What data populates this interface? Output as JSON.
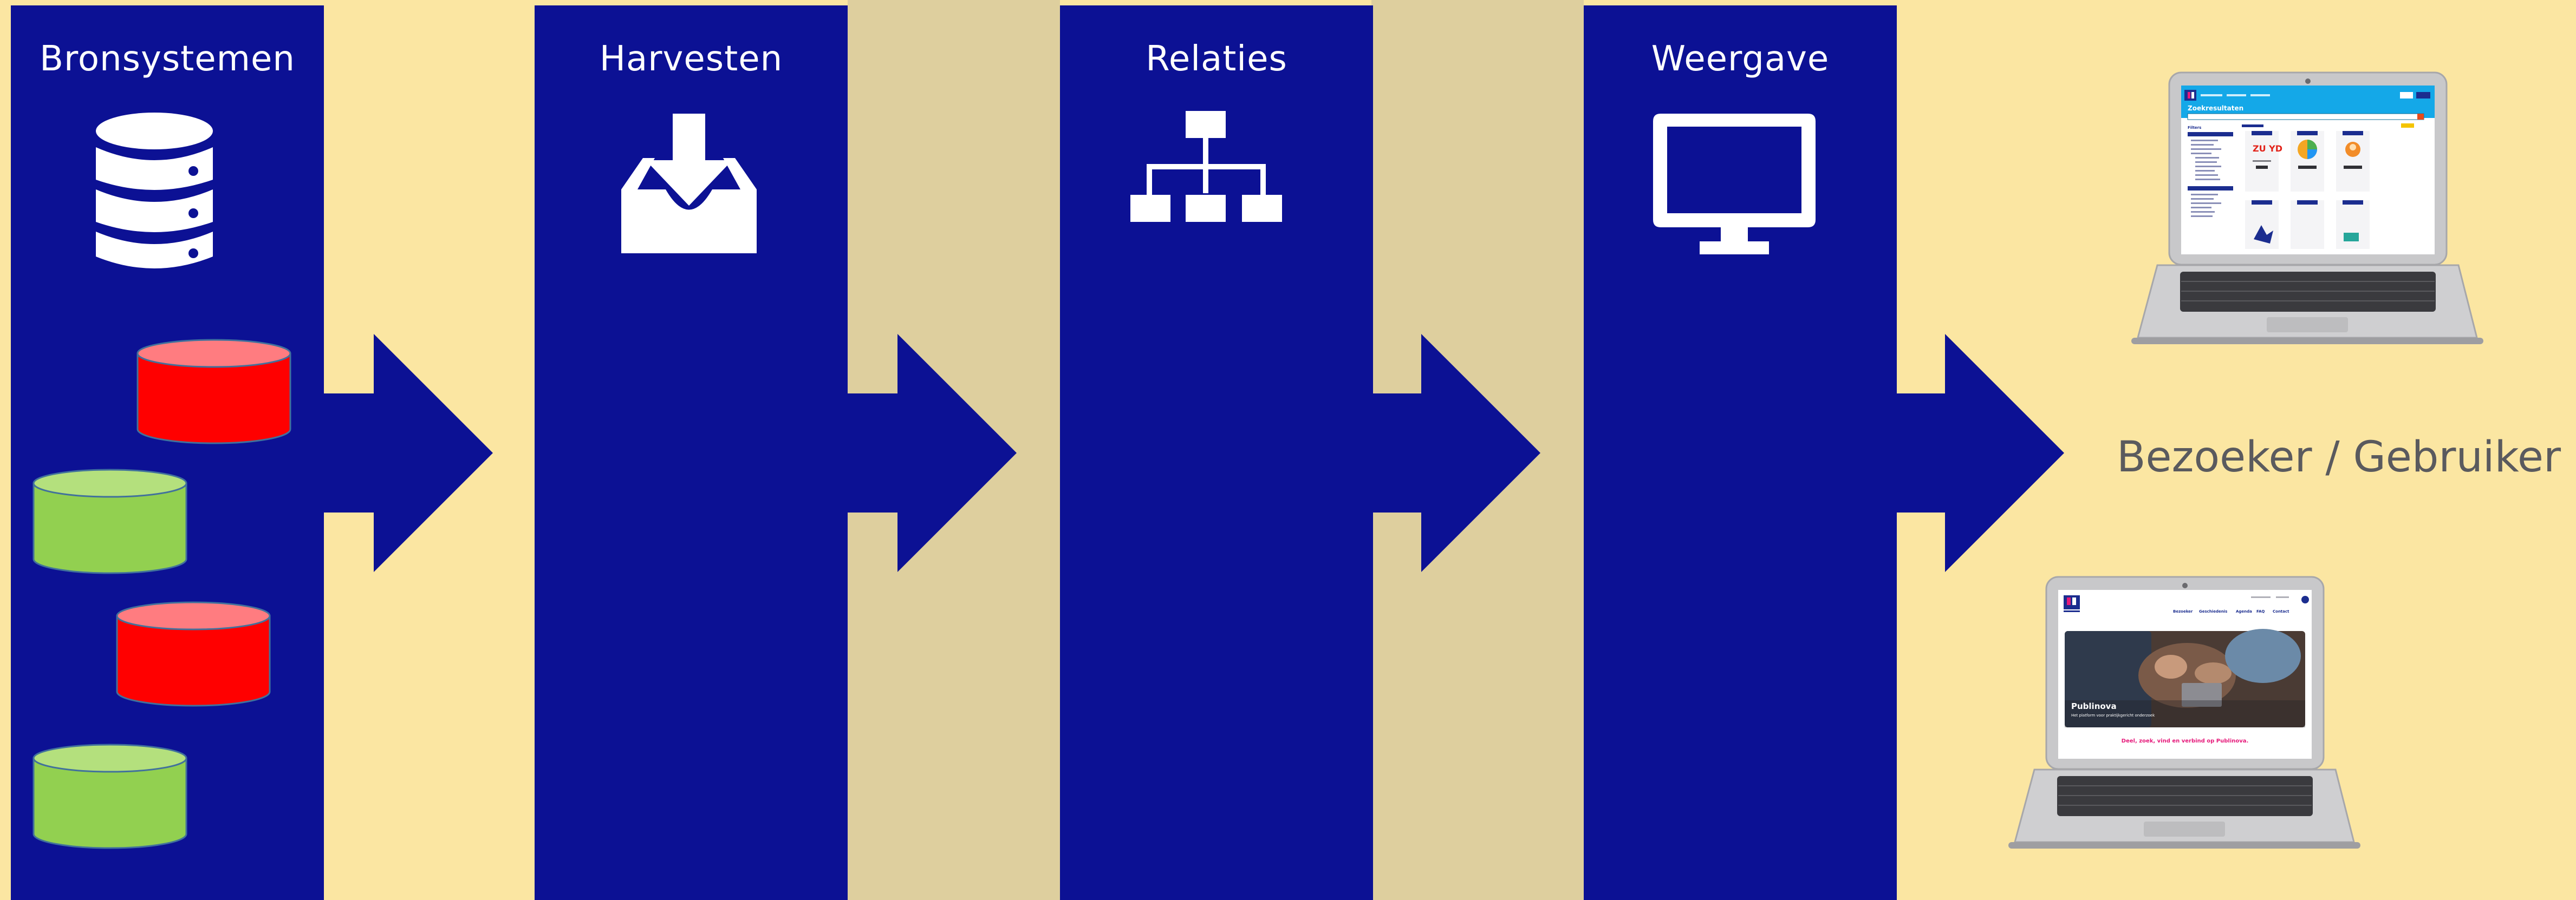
{
  "stages": [
    {
      "title": "Bronsystemen",
      "icon": "database-icon"
    },
    {
      "title": "Harvesten",
      "icon": "inbox-download-icon"
    },
    {
      "title": "Relaties",
      "icon": "hierarchy-icon"
    },
    {
      "title": "Weergave",
      "icon": "monitor-icon"
    }
  ],
  "source_databases": [
    "red",
    "green",
    "red",
    "green"
  ],
  "colors": {
    "background": "#fbe6a2",
    "band": "#decf9e",
    "column": "#0c1194",
    "db_red": "#ff0000",
    "db_green": "#92d050"
  },
  "audience": {
    "label": "Bezoeker / Gebruiker"
  },
  "laptops": [
    {
      "screen": "search-results",
      "heading": "Zoekresultaten",
      "filter_label": "Filters",
      "cover_text": "ZU YD"
    },
    {
      "screen": "homepage",
      "nav_items": [
        "Bezoeker",
        "Geschiedenis",
        "Agenda",
        "FAQ",
        "Contact"
      ],
      "hero_title": "Publinova",
      "hero_subtitle": "Het platform voor praktijkgericht onderzoek",
      "tagline": "Deel, zoek, vind en verbind op Publinova."
    }
  ]
}
